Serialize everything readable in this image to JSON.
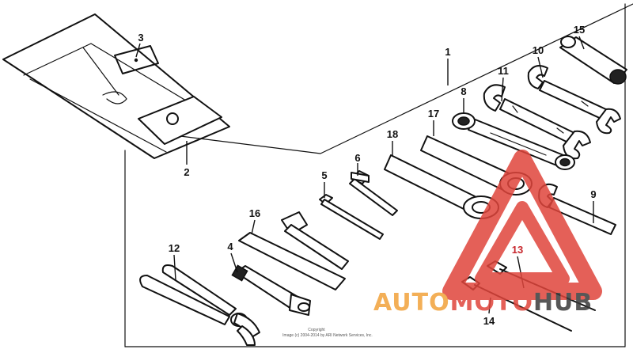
{
  "diagram": {
    "parts": [
      {
        "id": "1",
        "label": "1"
      },
      {
        "id": "2",
        "label": "2"
      },
      {
        "id": "3",
        "label": "3"
      },
      {
        "id": "4",
        "label": "4"
      },
      {
        "id": "5",
        "label": "5"
      },
      {
        "id": "6",
        "label": "6"
      },
      {
        "id": "8",
        "label": "8"
      },
      {
        "id": "9",
        "label": "9"
      },
      {
        "id": "10",
        "label": "10"
      },
      {
        "id": "11",
        "label": "11"
      },
      {
        "id": "12",
        "label": "12"
      },
      {
        "id": "13",
        "label": "13"
      },
      {
        "id": "14",
        "label": "14"
      },
      {
        "id": "15",
        "label": "15"
      },
      {
        "id": "16",
        "label": "16"
      },
      {
        "id": "17",
        "label": "17"
      },
      {
        "id": "18",
        "label": "18"
      }
    ],
    "copyright_line1": "Copyright",
    "copyright_line2": "Image (c) 2004-2014 by ARI Network Services, Inc."
  },
  "watermark": {
    "part1": "AUTO",
    "part2": "MOTO",
    "part3": "HUB",
    "color_red": "#e0453c",
    "color_orange": "#f2a23a",
    "color_dark": "#3a3a3a"
  }
}
